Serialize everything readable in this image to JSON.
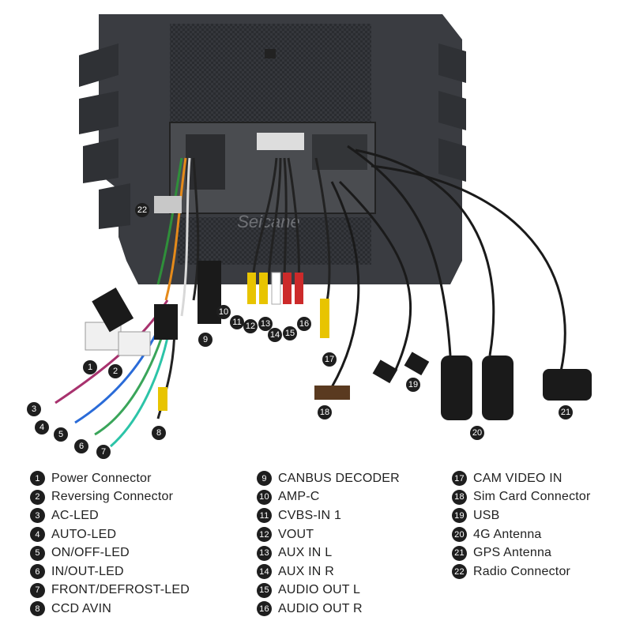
{
  "watermark": "Seicane",
  "legend": [
    {
      "num": "1",
      "label": "Power Connector"
    },
    {
      "num": "2",
      "label": "Reversing Connector"
    },
    {
      "num": "3",
      "label": "AC-LED"
    },
    {
      "num": "4",
      "label": "AUTO-LED"
    },
    {
      "num": "5",
      "label": "ON/OFF-LED"
    },
    {
      "num": "6",
      "label": "IN/OUT-LED"
    },
    {
      "num": "7",
      "label": "FRONT/DEFROST-LED"
    },
    {
      "num": "8",
      "label": "CCD AVIN"
    },
    {
      "num": "9",
      "label": "CANBUS DECODER"
    },
    {
      "num": "10",
      "label": "AMP-C"
    },
    {
      "num": "11",
      "label": "CVBS-IN 1"
    },
    {
      "num": "12",
      "label": "VOUT"
    },
    {
      "num": "13",
      "label": "AUX IN L"
    },
    {
      "num": "14",
      "label": "AUX IN R"
    },
    {
      "num": "15",
      "label": "AUDIO OUT L"
    },
    {
      "num": "16",
      "label": "AUDIO OUT R"
    },
    {
      "num": "17",
      "label": "CAM VIDEO IN"
    },
    {
      "num": "18",
      "label": "Sim Card Connector"
    },
    {
      "num": "19",
      "label": "USB"
    },
    {
      "num": "20",
      "label": "4G Antenna"
    },
    {
      "num": "21",
      "label": "GPS Antenna"
    },
    {
      "num": "22",
      "label": "Radio Connector"
    }
  ]
}
